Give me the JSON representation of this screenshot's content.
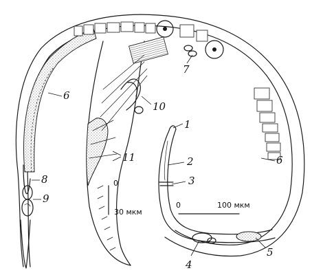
{
  "labels": {
    "l1": "1",
    "l2": "2",
    "l3": "3",
    "l4": "4",
    "l5": "5",
    "l6a": "6",
    "l6b": "6",
    "l7": "7",
    "l8": "8",
    "l9": "9",
    "l10": "10",
    "l11": "11"
  },
  "scalebars": {
    "left": {
      "zero": "0",
      "value": "30 мкм"
    },
    "right": {
      "zero": "0",
      "value": "100 мкм"
    }
  }
}
